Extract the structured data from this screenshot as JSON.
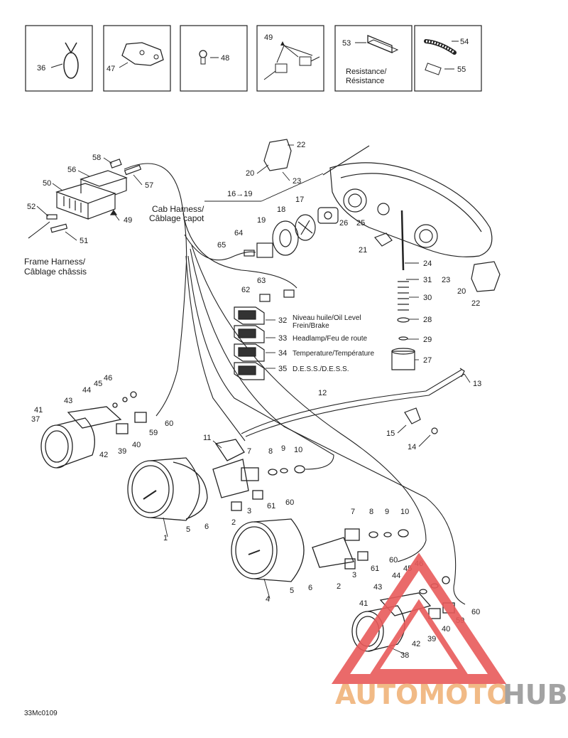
{
  "insets": [
    {
      "part": "36"
    },
    {
      "part": "47"
    },
    {
      "part": "48"
    },
    {
      "part": "49"
    },
    {
      "part": "53",
      "caption_line1": "Resistance/",
      "caption_line2": "Résistance"
    },
    {
      "part": "54",
      "part2": "55"
    }
  ],
  "callouts": {
    "p1": "1",
    "p2a": "2",
    "p2b": "2",
    "p3a": "3",
    "p3b": "3",
    "p4": "4",
    "p5a": "5",
    "p5b": "5",
    "p6a": "6",
    "p6b": "6",
    "p7a": "7",
    "p7b": "7",
    "p8a": "8",
    "p8b": "8",
    "p9a": "9",
    "p9b": "9",
    "p10a": "10",
    "p10b": "10",
    "p11": "11",
    "p12": "12",
    "p13": "13",
    "p14": "14",
    "p15": "15",
    "p16": "16→19",
    "p17": "17",
    "p18": "18",
    "p19": "19",
    "p20a": "20",
    "p20b": "20",
    "p21": "21",
    "p22a": "22",
    "p22b": "22",
    "p23a": "23",
    "p23b": "23",
    "p24": "24",
    "p25": "25",
    "p26": "26",
    "p27": "27",
    "p28": "28",
    "p29": "29",
    "p30": "30",
    "p31": "31",
    "p32": "32",
    "p33": "33",
    "p34": "34",
    "p35": "35",
    "p37": "37",
    "p38": "38",
    "p39a": "39",
    "p39b": "39",
    "p40a": "40",
    "p40b": "40",
    "p41a": "41",
    "p41b": "41",
    "p42a": "42",
    "p42b": "42",
    "p43a": "43",
    "p43b": "43",
    "p44a": "44",
    "p44b": "44",
    "p45a": "45",
    "p45b": "45",
    "p46a": "46",
    "p46b": "46",
    "p49": "49",
    "p50": "50",
    "p51": "51",
    "p52": "52",
    "p56": "56",
    "p57": "57",
    "p58": "58",
    "p59a": "59",
    "p59b": "59",
    "p60a": "60",
    "p60b": "60",
    "p60c": "60",
    "p60d": "60",
    "p61a": "61",
    "p61b": "61",
    "p62": "62",
    "p63": "63",
    "p64": "64",
    "p65": "65"
  },
  "labels": {
    "cab_harness_1": "Cab Harness/",
    "cab_harness_2": "Câblage capot",
    "frame_harness_1": "Frame Harness/",
    "frame_harness_2": "Câblage châssis",
    "lamp32_1": "Niveau huile/Oil Level",
    "lamp32_2": "Frein/Brake",
    "lamp33": "Headlamp/Feu de route",
    "lamp34": "Temperature/Température",
    "lamp35": "D.E.S.S./D.E.S.S.",
    "doc_code": "33Mc0109"
  },
  "watermark": {
    "part1": "AUTOMOTO",
    "part2": "HUB",
    "color_primary": "#f0b37a",
    "color_secondary": "#9a9a9a",
    "logo_color": "#e85a5a"
  }
}
